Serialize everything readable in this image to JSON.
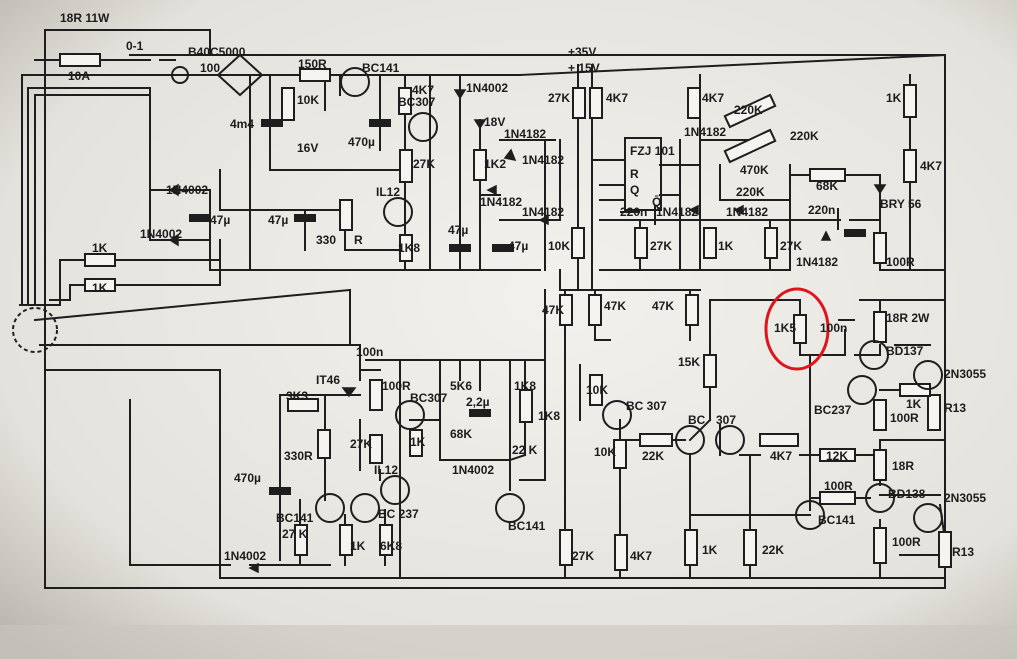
{
  "diagram": {
    "labels": [
      {
        "id": "r-18r-11w",
        "text": "18R 11W"
      },
      {
        "id": "fuse-10a",
        "text": "10A"
      },
      {
        "id": "switch-0-1",
        "text": "0-1"
      },
      {
        "id": "bridge-b40c5000",
        "text": "B40C5000"
      },
      {
        "id": "lamp-100",
        "text": "100"
      },
      {
        "id": "r-150r",
        "text": "150R"
      },
      {
        "id": "q-bc141-top",
        "text": "BC141"
      },
      {
        "id": "r-10k-top",
        "text": "10K"
      },
      {
        "id": "c-4m4",
        "text": "4m4"
      },
      {
        "id": "z-16v",
        "text": "16V"
      },
      {
        "id": "c-470u-top",
        "text": "470µ"
      },
      {
        "id": "r-4k7-a",
        "text": "4K7"
      },
      {
        "id": "q-bc307-top",
        "text": "BC307"
      },
      {
        "id": "r-27k-a",
        "text": "27K"
      },
      {
        "id": "d-1n4002-a",
        "text": "1N4002"
      },
      {
        "id": "z-18v",
        "text": "18V"
      },
      {
        "id": "d-1n4182-a",
        "text": "1N4182"
      },
      {
        "id": "r-1k2",
        "text": "1K2"
      },
      {
        "id": "d-1n4182-b",
        "text": "1N4182"
      },
      {
        "id": "d-1n4182-c",
        "text": "1N4182"
      },
      {
        "id": "v-35v",
        "text": "+35V"
      },
      {
        "id": "v-15v",
        "text": "+ 15V"
      },
      {
        "id": "r-27k-b",
        "text": "27K"
      },
      {
        "id": "r-4k7-b",
        "text": "4K7"
      },
      {
        "id": "r-4k7-c",
        "text": "4K7"
      },
      {
        "id": "d-1n4182-d",
        "text": "1N4182"
      },
      {
        "id": "r-220k-a",
        "text": "220K"
      },
      {
        "id": "r-220k-b",
        "text": "220K"
      },
      {
        "id": "r-220k-c",
        "text": "220K"
      },
      {
        "id": "r-470k",
        "text": "470K"
      },
      {
        "id": "r-68k",
        "text": "68K"
      },
      {
        "id": "r-1k-top",
        "text": "1K"
      },
      {
        "id": "r-4k7-d",
        "text": "4K7"
      },
      {
        "id": "th-bry56",
        "text": "BRY 56"
      },
      {
        "id": "ic-fzj101",
        "text": "FZJ 101"
      },
      {
        "id": "ic-pin-r",
        "text": "R"
      },
      {
        "id": "ic-pin-q",
        "text": "Q"
      },
      {
        "id": "ic-pin-qbar",
        "text": "Q̄"
      },
      {
        "id": "c-220n-a",
        "text": "220n"
      },
      {
        "id": "c-220n-b",
        "text": "220n"
      },
      {
        "id": "d-1n4182-e",
        "text": "1N4182"
      },
      {
        "id": "d-1n4182-f",
        "text": "1N4182"
      },
      {
        "id": "d-1n4182-g",
        "text": "1N4182"
      },
      {
        "id": "r-27k-c",
        "text": "27K"
      },
      {
        "id": "r-1k-mid",
        "text": "1K"
      },
      {
        "id": "r-27k-d",
        "text": "27K"
      },
      {
        "id": "d-1n4182-h",
        "text": "1N4182"
      },
      {
        "id": "r-100r-right",
        "text": "100R"
      },
      {
        "id": "d-1n4002-b",
        "text": "1N4002"
      },
      {
        "id": "c-47u-a",
        "text": "47µ"
      },
      {
        "id": "d-1n4002-c",
        "text": "1N4002"
      },
      {
        "id": "c-47u-b",
        "text": "47µ"
      },
      {
        "id": "r-330r-a",
        "text": "330"
      },
      {
        "id": "r-r",
        "text": "R"
      },
      {
        "id": "oc-il12",
        "text": "IL12"
      },
      {
        "id": "r-1k8-a",
        "text": "1K8"
      },
      {
        "id": "c-47u-c",
        "text": "47µ"
      },
      {
        "id": "c-47u-d",
        "text": "47µ"
      },
      {
        "id": "r-10k-mid",
        "text": "10K"
      },
      {
        "id": "r-1k-left",
        "text": "1K"
      },
      {
        "id": "r-1k-left2",
        "text": "1K"
      },
      {
        "id": "r-47k-a",
        "text": "47K"
      },
      {
        "id": "r-47k-b",
        "text": "47K"
      },
      {
        "id": "r-47k-c",
        "text": "47K"
      },
      {
        "id": "r-1k5",
        "text": "1K5"
      },
      {
        "id": "c-100n-right",
        "text": "100n"
      },
      {
        "id": "r-18r-2w",
        "text": "18R 2W"
      },
      {
        "id": "q-bd137",
        "text": "BD137"
      },
      {
        "id": "q-2n3055-a",
        "text": "2N3055"
      },
      {
        "id": "r-15k",
        "text": "15K"
      },
      {
        "id": "c-100n-left",
        "text": "100n"
      },
      {
        "id": "tr-it46",
        "text": "IT46"
      },
      {
        "id": "r-3k3",
        "text": "3K3"
      },
      {
        "id": "r-100r-left",
        "text": "100R"
      },
      {
        "id": "q-bc307-b",
        "text": "BC307"
      },
      {
        "id": "r-5k6",
        "text": "5K6"
      },
      {
        "id": "c-2u2",
        "text": "2,2µ"
      },
      {
        "id": "r-68k-mid",
        "text": "68K"
      },
      {
        "id": "r-1k8-b",
        "text": "1K8"
      },
      {
        "id": "r-1k8-c",
        "text": "1K8"
      },
      {
        "id": "r-10k-c",
        "text": "10K"
      },
      {
        "id": "q-bc307-c",
        "text": "BC 307"
      },
      {
        "id": "q-bc-307-pair-a",
        "text": "BC"
      },
      {
        "id": "q-bc-307-pair-b",
        "text": "307"
      },
      {
        "id": "q-bc237-a",
        "text": "BC237"
      },
      {
        "id": "r-1k-small",
        "text": "1K"
      },
      {
        "id": "r-100r-mid",
        "text": "100R"
      },
      {
        "id": "r-r13-a",
        "text": "R13"
      },
      {
        "id": "r-330r-b",
        "text": "330R"
      },
      {
        "id": "r-27k-e",
        "text": "27K"
      },
      {
        "id": "r-1k-b",
        "text": "1K"
      },
      {
        "id": "r-10k-d",
        "text": "10K"
      },
      {
        "id": "r-22k-a",
        "text": "22K"
      },
      {
        "id": "r-4k7-pot",
        "text": "4K7"
      },
      {
        "id": "r-12k",
        "text": "12K"
      },
      {
        "id": "r-22k-pot",
        "text": "22 K"
      },
      {
        "id": "d-1n4002-d",
        "text": "1N4002"
      },
      {
        "id": "c-470u-bot",
        "text": "470µ"
      },
      {
        "id": "oc-il12-b",
        "text": "IL12"
      },
      {
        "id": "r-18r",
        "text": "18R"
      },
      {
        "id": "q-bc141-b",
        "text": "BC141"
      },
      {
        "id": "r-27k-f",
        "text": "27 K"
      },
      {
        "id": "q-bc237-b",
        "text": "BC 237"
      },
      {
        "id": "r-1k-c",
        "text": "1K"
      },
      {
        "id": "r-6k8",
        "text": "6K8"
      },
      {
        "id": "q-bc141-c",
        "text": "BC141"
      },
      {
        "id": "r-27k-g",
        "text": "27K"
      },
      {
        "id": "r-4k7-pot-b",
        "text": "4K7"
      },
      {
        "id": "r-1k-d",
        "text": "1K"
      },
      {
        "id": "r-22k-b",
        "text": "22K"
      },
      {
        "id": "r-100r-b",
        "text": "100R"
      },
      {
        "id": "q-bc141-d",
        "text": "BC141"
      },
      {
        "id": "q-bd138",
        "text": "BD138"
      },
      {
        "id": "q-2n3055-b",
        "text": "2N3055"
      },
      {
        "id": "r-100r-c",
        "text": "100R"
      },
      {
        "id": "r-r13-b",
        "text": "R13"
      },
      {
        "id": "d-1n4002-e",
        "text": "1N4002"
      }
    ],
    "highlight_color": "#e0141c",
    "paper_color": "#efeeea",
    "ink_color": "#1c1c1c"
  }
}
